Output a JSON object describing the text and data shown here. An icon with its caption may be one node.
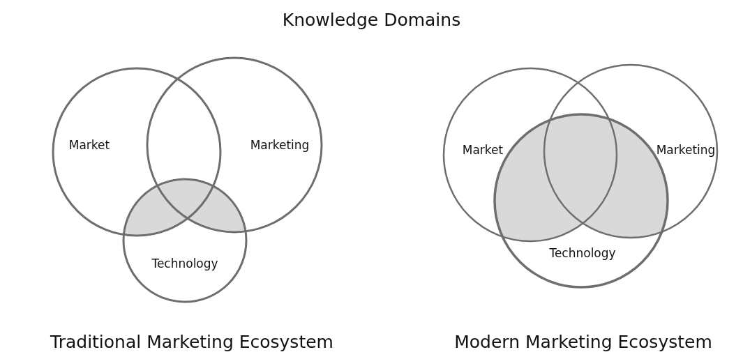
{
  "diagram": {
    "title": "Knowledge Domains",
    "nodes": [
      {
        "text": [
          "Market"
        ]
      },
      {
        "text": [
          "Marketing"
        ]
      },
      {
        "text": [
          "Technology"
        ]
      },
      {
        "text": [
          "Market"
        ]
      },
      {
        "text": [
          "Marketing"
        ]
      },
      {
        "text": [
          "Technology"
        ]
      }
    ],
    "labels": [
      "Traditional Marketing Ecosystem",
      "Modern Marketing Ecosystem"
    ]
  }
}
